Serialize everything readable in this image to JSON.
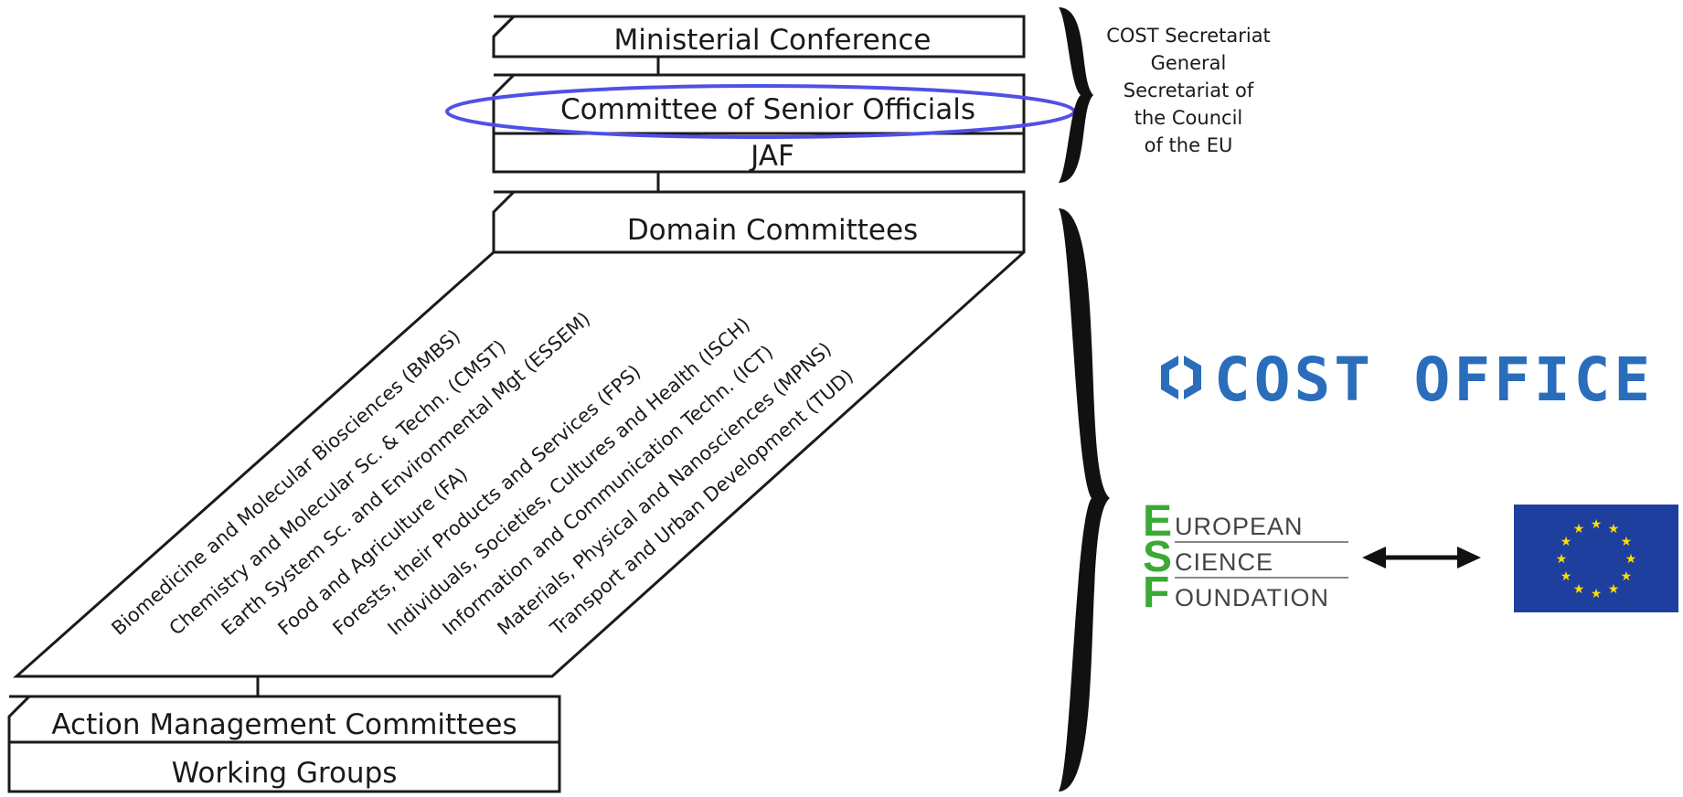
{
  "boxes": {
    "ministerial": "Ministerial Conference",
    "cso": "Committee of Senior Officials",
    "jaf": "JAF",
    "domain": "Domain Committees",
    "amc": "Action Management Committees",
    "wg": "Working Groups"
  },
  "domains": [
    "Biomedicine and Molecular Biosciences (BMBS)",
    "Chemistry and Molecular Sc. & Techn. (CMST)",
    "Earth System Sc. and Environmental Mgt (ESSEM)",
    "Food and Agriculture (FA)",
    "Forests, their Products and Services (FPS)",
    "Individuals, Societies, Cultures and Health (ISCH)",
    "Information and Communication Techn. (ICT)",
    "Materials, Physical and Nanosciences (MPNS)",
    "Transport and Urban Development (TUD)"
  ],
  "secretariat": [
    "COST Secretariat",
    "General",
    "Secretariat of",
    "the Council",
    "of the EU"
  ],
  "cost_office": "COST OFFICE",
  "esf": {
    "line1_initial": "E",
    "line1_rest": "UROPEAN",
    "line2_initial": "S",
    "line2_rest": "CIENCE",
    "line3_initial": "F",
    "line3_rest": "OUNDATION"
  },
  "colors": {
    "highlight": "#5050e6",
    "cost_blue": "#2a6ebb",
    "esf_green": "#3aaa35",
    "eu_blue": "#1f3f9f",
    "eu_star": "#ffdd00"
  },
  "icons": [
    "cost-logo-icon",
    "eu-flag-icon",
    "double-arrow-icon",
    "curly-brace-icon"
  ]
}
